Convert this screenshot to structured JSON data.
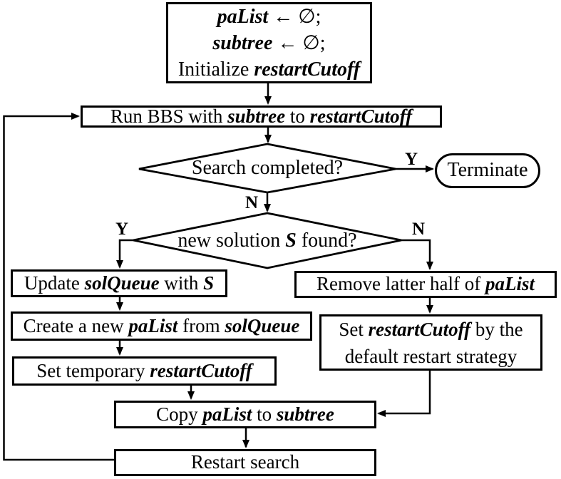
{
  "colors": {
    "ink": "#000000",
    "paper": "#ffffff"
  },
  "labels": {
    "yes": "Y",
    "no": "N"
  },
  "nodes": {
    "init": {
      "line1": [
        "paList",
        " ← ∅;"
      ],
      "line2": [
        "subtree",
        " ← ∅;"
      ],
      "line3": [
        "Initialize ",
        "restartCutoff"
      ]
    },
    "run_bbs": {
      "parts": [
        "Run BBS with ",
        "subtree",
        " to ",
        "restartCutoff"
      ]
    },
    "search_completed": {
      "text": "Search completed?"
    },
    "terminate": {
      "text": "Terminate"
    },
    "new_solution": {
      "parts": [
        "new solution ",
        "S",
        " found?"
      ]
    },
    "update_solqueue": {
      "parts": [
        "Update ",
        "solQueue",
        " with ",
        "S"
      ]
    },
    "create_palist": {
      "parts": [
        "Create a new ",
        "paList",
        " from ",
        "solQueue"
      ]
    },
    "set_temporary": {
      "parts": [
        "Set temporary ",
        "restartCutoff"
      ]
    },
    "remove_latter": {
      "parts": [
        "Remove latter half of ",
        "paList"
      ]
    },
    "set_default": {
      "line1": [
        "Set ",
        "restartCutoff",
        " by the"
      ],
      "line2": "default restart strategy"
    },
    "copy_palist": {
      "parts": [
        "Copy ",
        "paList",
        " to ",
        "subtree"
      ]
    },
    "restart_search": {
      "text": "Restart search"
    }
  }
}
